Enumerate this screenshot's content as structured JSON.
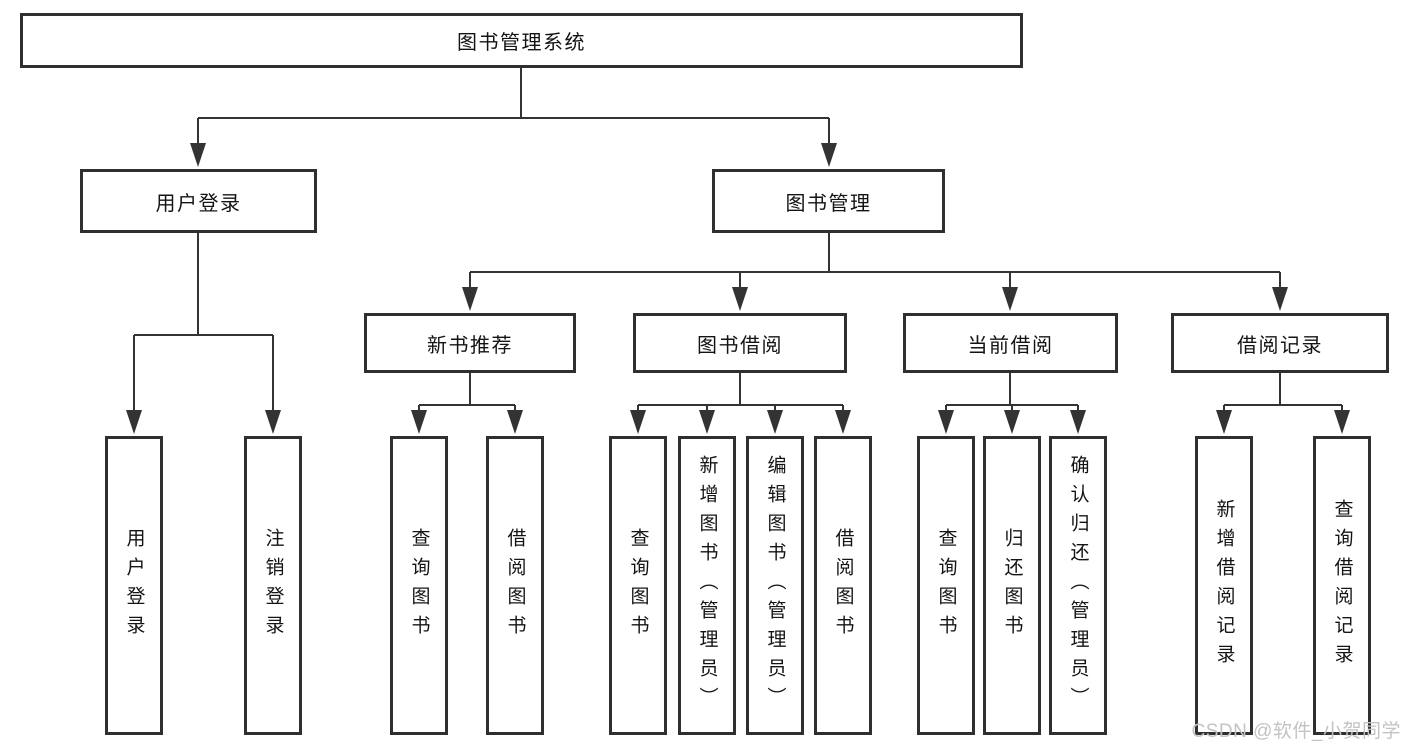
{
  "diagram": {
    "root": {
      "label": "图书管理系统"
    },
    "level2": [
      {
        "label": "用户登录"
      },
      {
        "label": "图书管理"
      }
    ],
    "level3": [
      {
        "label": "新书推荐"
      },
      {
        "label": "图书借阅"
      },
      {
        "label": "当前借阅"
      },
      {
        "label": "借阅记录"
      }
    ],
    "leaves": {
      "user_login": [
        {
          "label": "用户登录"
        },
        {
          "label": "注销登录"
        }
      ],
      "new_book_recommend": [
        {
          "label": "查询图书"
        },
        {
          "label": "借阅图书"
        }
      ],
      "book_borrow": [
        {
          "label": "查询图书"
        },
        {
          "label": "新增图书（管理员）"
        },
        {
          "label": "编辑图书（管理员）"
        },
        {
          "label": "借阅图书"
        }
      ],
      "current_borrow": [
        {
          "label": "查询图书"
        },
        {
          "label": "归还图书"
        },
        {
          "label": "确认归还（管理员）"
        }
      ],
      "borrow_record": [
        {
          "label": "新增借阅记录"
        },
        {
          "label": "查询借阅记录"
        }
      ]
    }
  },
  "watermark": "CSDN @软件_小贺同学",
  "colors": {
    "line": "#333333",
    "box_border": "#2f2f2f",
    "text": "#141414",
    "watermark": "#c3c3c3",
    "background": "#ffffff"
  }
}
